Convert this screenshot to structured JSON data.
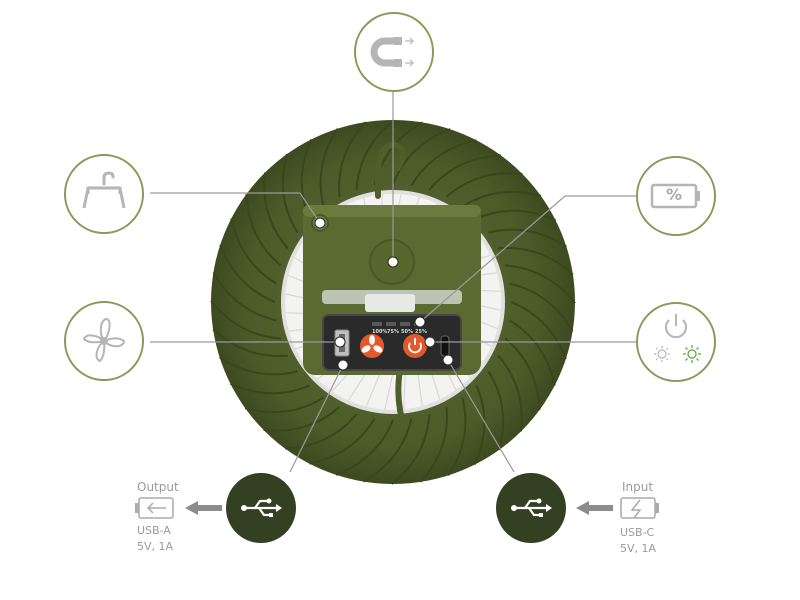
{
  "features": {
    "magnet": {
      "icon": "magnet-icon"
    },
    "hook": {
      "icon": "hook-icon"
    },
    "battery": {
      "icon": "battery-percent-icon",
      "symbol": "%"
    },
    "fan": {
      "icon": "fan-icon"
    },
    "power": {
      "icon": "power-brightness-icon"
    }
  },
  "output": {
    "heading": "Output",
    "port": "USB-A",
    "rating": "5V, 1A",
    "icon": "usb-icon"
  },
  "input": {
    "heading": "Input",
    "port": "USB-C",
    "rating": "5V, 1A",
    "icon": "usb-icon"
  },
  "panel": {
    "levels": [
      "100%",
      "75%",
      "50%",
      "25%"
    ]
  },
  "colors": {
    "accent": "#8a9a5b",
    "fan_body": "#4f5f2c",
    "usb_circle": "#344022",
    "button_orange": "#e25a2c",
    "gray_text": "#9a9a9a"
  }
}
